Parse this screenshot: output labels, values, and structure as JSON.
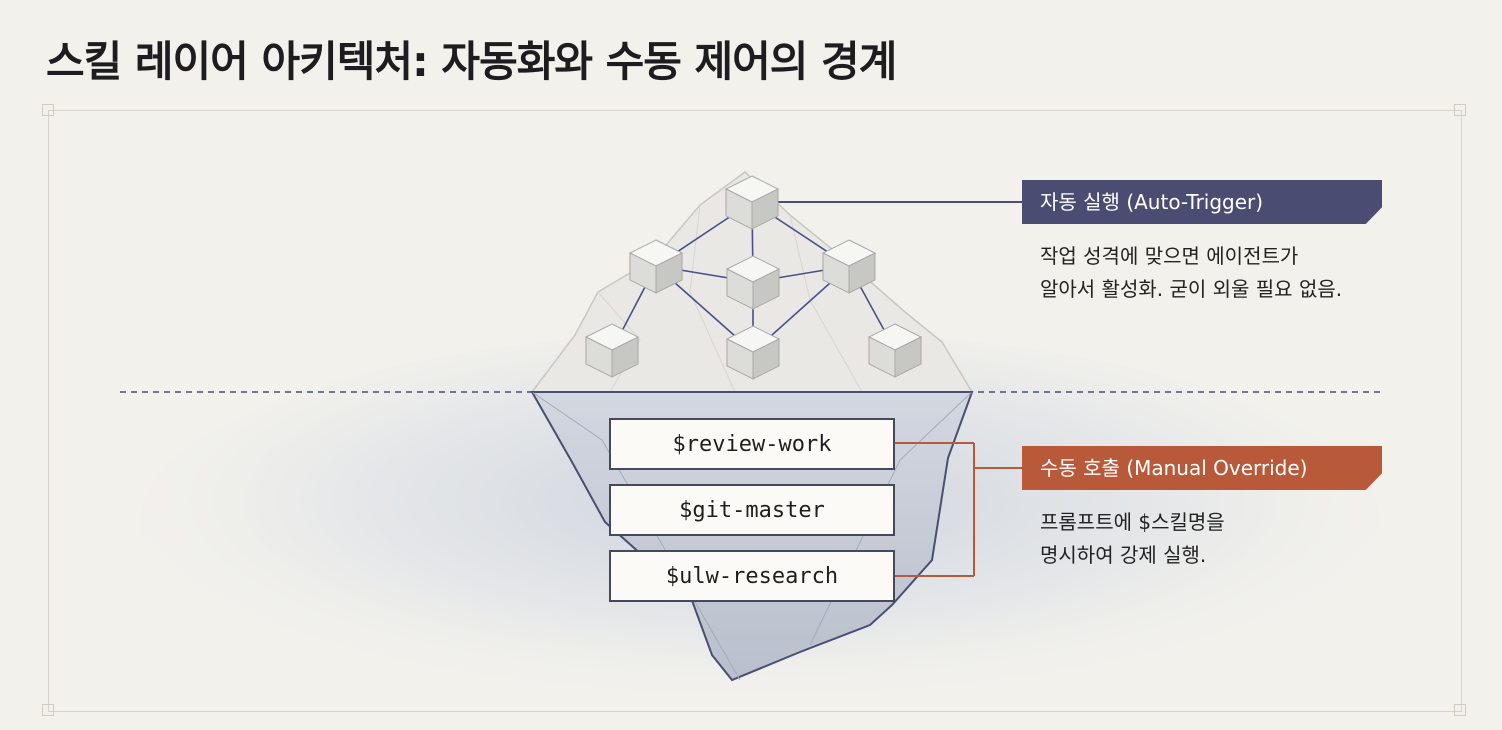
{
  "title": "스킬 레이어 아키텍처: 자동화와 수동 제어의 경계",
  "auto_trigger": {
    "label": "자동 실행 (Auto-Trigger)",
    "description_lines": [
      "작업 성격에 맞으면 에이전트가",
      "알아서 활성화. 굳이 외울 필요 없음."
    ],
    "color": "#4b4c72"
  },
  "manual_override": {
    "label": "수동 호출 (Manual Override)",
    "description_lines": [
      "프롬프트에 $스킬명을",
      "명시하여 강제 실행."
    ],
    "color": "#b85a3a"
  },
  "skills": [
    "$review-work",
    "$git-master",
    "$ulw-research"
  ]
}
